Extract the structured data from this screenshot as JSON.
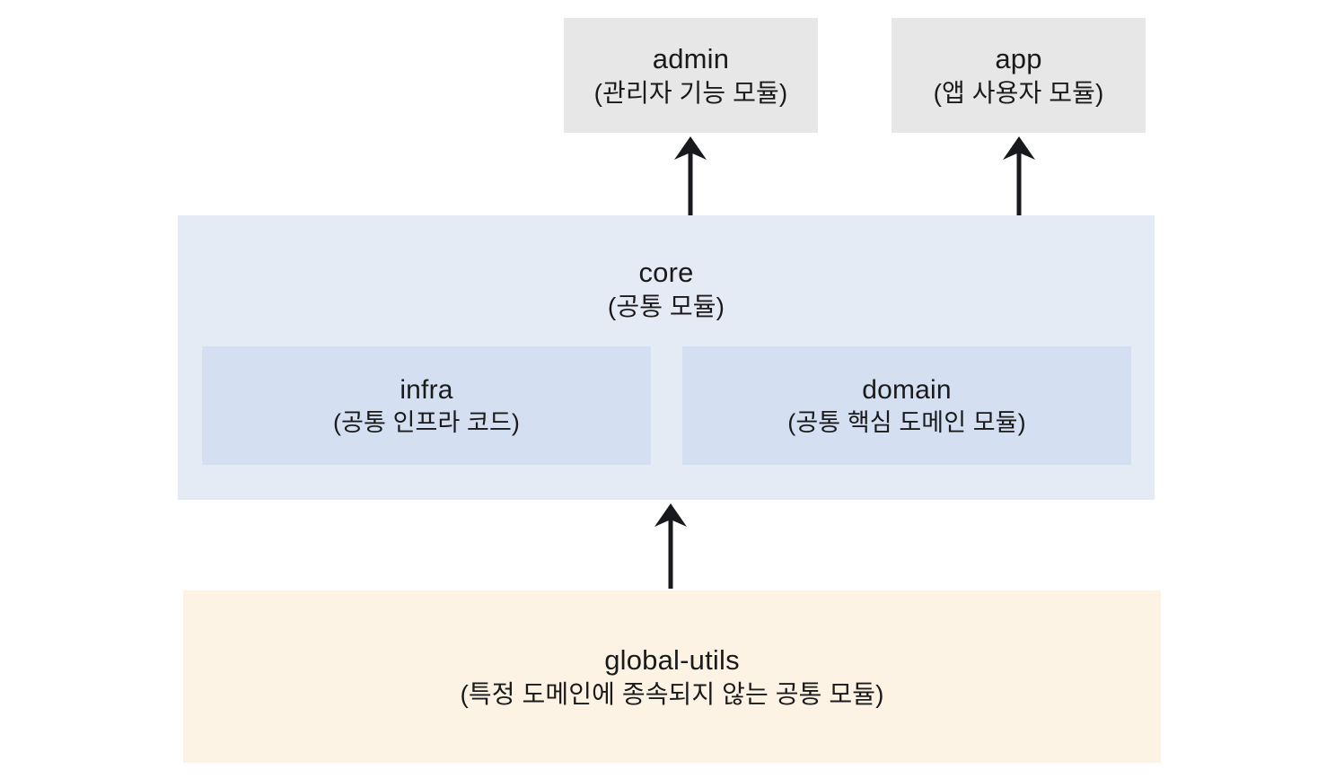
{
  "diagram": {
    "type": "layered-module-dependency",
    "background": "#ffffff",
    "nodes": [
      {
        "id": "admin",
        "title": "admin",
        "subtitle": "(관리자 기능 모듈)",
        "color": "#e7e7e7",
        "layer": "application"
      },
      {
        "id": "app",
        "title": "app",
        "subtitle": "(앱 사용자 모듈)",
        "color": "#e7e7e7",
        "layer": "application"
      },
      {
        "id": "core",
        "title": "core",
        "subtitle": "(공통 모듈)",
        "color": "#e5ebf4",
        "layer": "core"
      },
      {
        "id": "infra",
        "title": "infra",
        "subtitle": "(공통 인프라 코드)",
        "color": "#d4dff2",
        "layer": "core-inner"
      },
      {
        "id": "domain",
        "title": "domain",
        "subtitle": "(공통 핵심 도메인 모듈)",
        "color": "#d4dff2",
        "layer": "core-inner"
      },
      {
        "id": "global-utils",
        "title": "global-utils",
        "subtitle": "(특정 도메인에 종속되지 않는 공통 모듈)",
        "color": "#fdf3e5",
        "layer": "foundation"
      }
    ],
    "edges": [
      {
        "id": "core-to-admin",
        "from": "core",
        "to": "admin",
        "direction": "up",
        "color": "#17191c"
      },
      {
        "id": "core-to-app",
        "from": "core",
        "to": "app",
        "direction": "up",
        "color": "#17191c"
      },
      {
        "id": "globalutils-to-core",
        "from": "global-utils",
        "to": "core",
        "direction": "up",
        "color": "#17191c"
      }
    ]
  }
}
